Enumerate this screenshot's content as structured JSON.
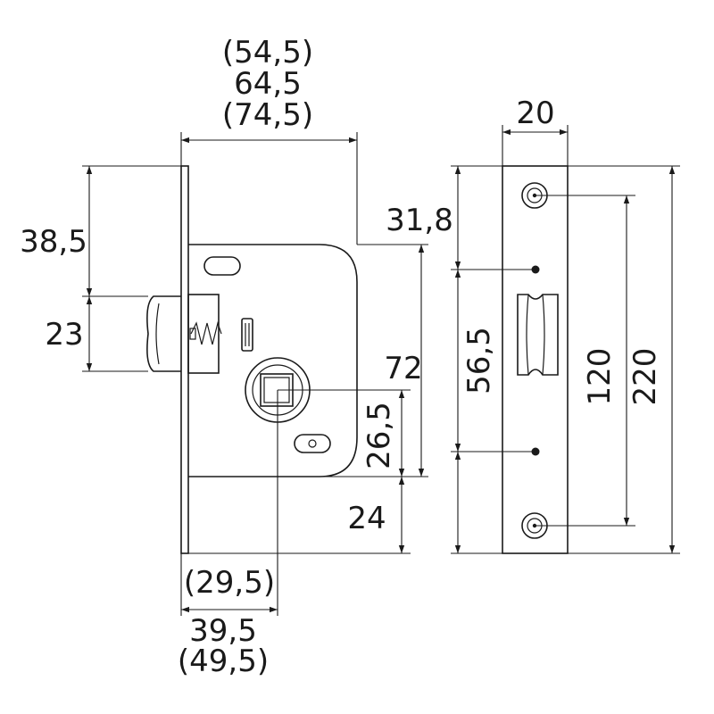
{
  "dimensions": {
    "backset_short": "(54,5)",
    "backset": "64,5",
    "backset_long": "(74,5)",
    "forend_width": "20",
    "top_to_latch": "38,5",
    "latch_height": "23",
    "case_top_offset": "31,8",
    "case_height": "72",
    "follower_height": "26,5",
    "case_bottom_offset": "24",
    "fixing_spacing": "56,5",
    "screw_spacing": "120",
    "forend_height": "220",
    "follower_backset_short": "(29,5)",
    "follower_backset": "39,5",
    "follower_backset_long": "(49,5)"
  }
}
